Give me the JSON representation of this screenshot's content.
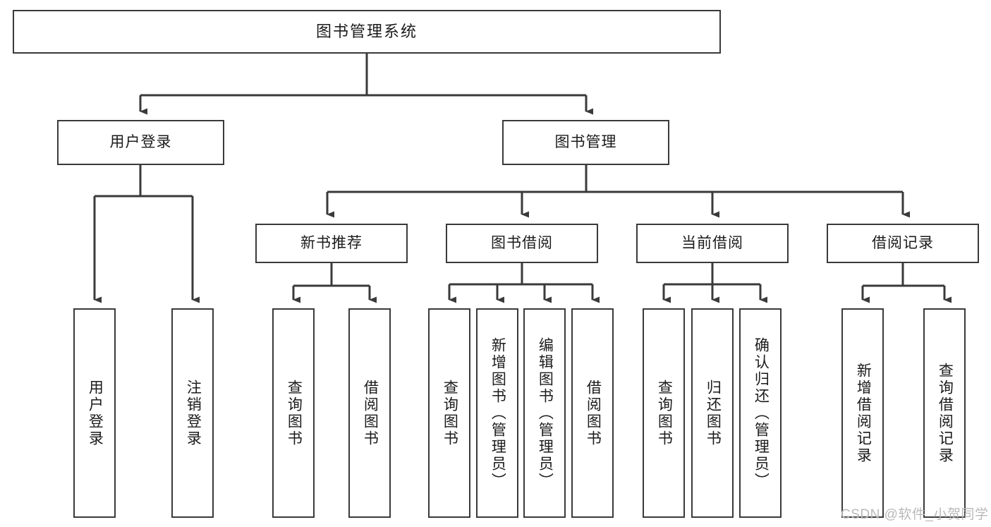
{
  "diagram": {
    "title": "图书管理系统",
    "type": "tree-hierarchy-chart",
    "orientation": "top-down",
    "colors": {
      "box_border": "#3a3a3a",
      "box_fill": "#ffffff",
      "connector": "#3a3a3a",
      "text": "#1b1b1b",
      "watermark": "#b9b9b9"
    },
    "watermark": "CSDN @软件_小贺同学"
  },
  "nodes": {
    "root": {
      "label": "图书管理系统",
      "level": 1
    },
    "level2": [
      {
        "id": "user-login",
        "label": "用户登录",
        "level": 2
      },
      {
        "id": "book-manage",
        "label": "图书管理",
        "level": 2
      }
    ],
    "level3": [
      {
        "id": "new-book-recommend",
        "label": "新书推荐",
        "level": 3,
        "parent": "book-manage"
      },
      {
        "id": "book-borrow",
        "label": "图书借阅",
        "level": 3,
        "parent": "book-manage"
      },
      {
        "id": "current-borrow",
        "label": "当前借阅",
        "level": 3,
        "parent": "book-manage"
      },
      {
        "id": "borrow-record",
        "label": "借阅记录",
        "level": 3,
        "parent": "book-manage"
      }
    ],
    "leaves": [
      {
        "id": "leaf-user-login",
        "label": "用户登录",
        "parent": "user-login"
      },
      {
        "id": "leaf-user-logout",
        "label": "注销登录",
        "parent": "user-login"
      },
      {
        "id": "leaf-query-book-1",
        "label": "查询图书",
        "parent": "new-book-recommend"
      },
      {
        "id": "leaf-borrow-book-1",
        "label": "借阅图书",
        "parent": "new-book-recommend"
      },
      {
        "id": "leaf-query-book-2",
        "label": "查询图书",
        "parent": "book-borrow"
      },
      {
        "id": "leaf-add-book",
        "label": "新增图书（管理员）",
        "parent": "book-borrow"
      },
      {
        "id": "leaf-edit-book",
        "label": "编辑图书（管理员）",
        "parent": "book-borrow"
      },
      {
        "id": "leaf-borrow-book-2",
        "label": "借阅图书",
        "parent": "book-borrow"
      },
      {
        "id": "leaf-query-book-3",
        "label": "查询图书",
        "parent": "current-borrow"
      },
      {
        "id": "leaf-return-book",
        "label": "归还图书",
        "parent": "current-borrow"
      },
      {
        "id": "leaf-confirm-return",
        "label": "确认归还（管理员）",
        "parent": "current-borrow"
      },
      {
        "id": "leaf-add-record",
        "label": "新增借阅记录",
        "parent": "borrow-record"
      },
      {
        "id": "leaf-query-record",
        "label": "查询借阅记录",
        "parent": "borrow-record"
      }
    ]
  }
}
